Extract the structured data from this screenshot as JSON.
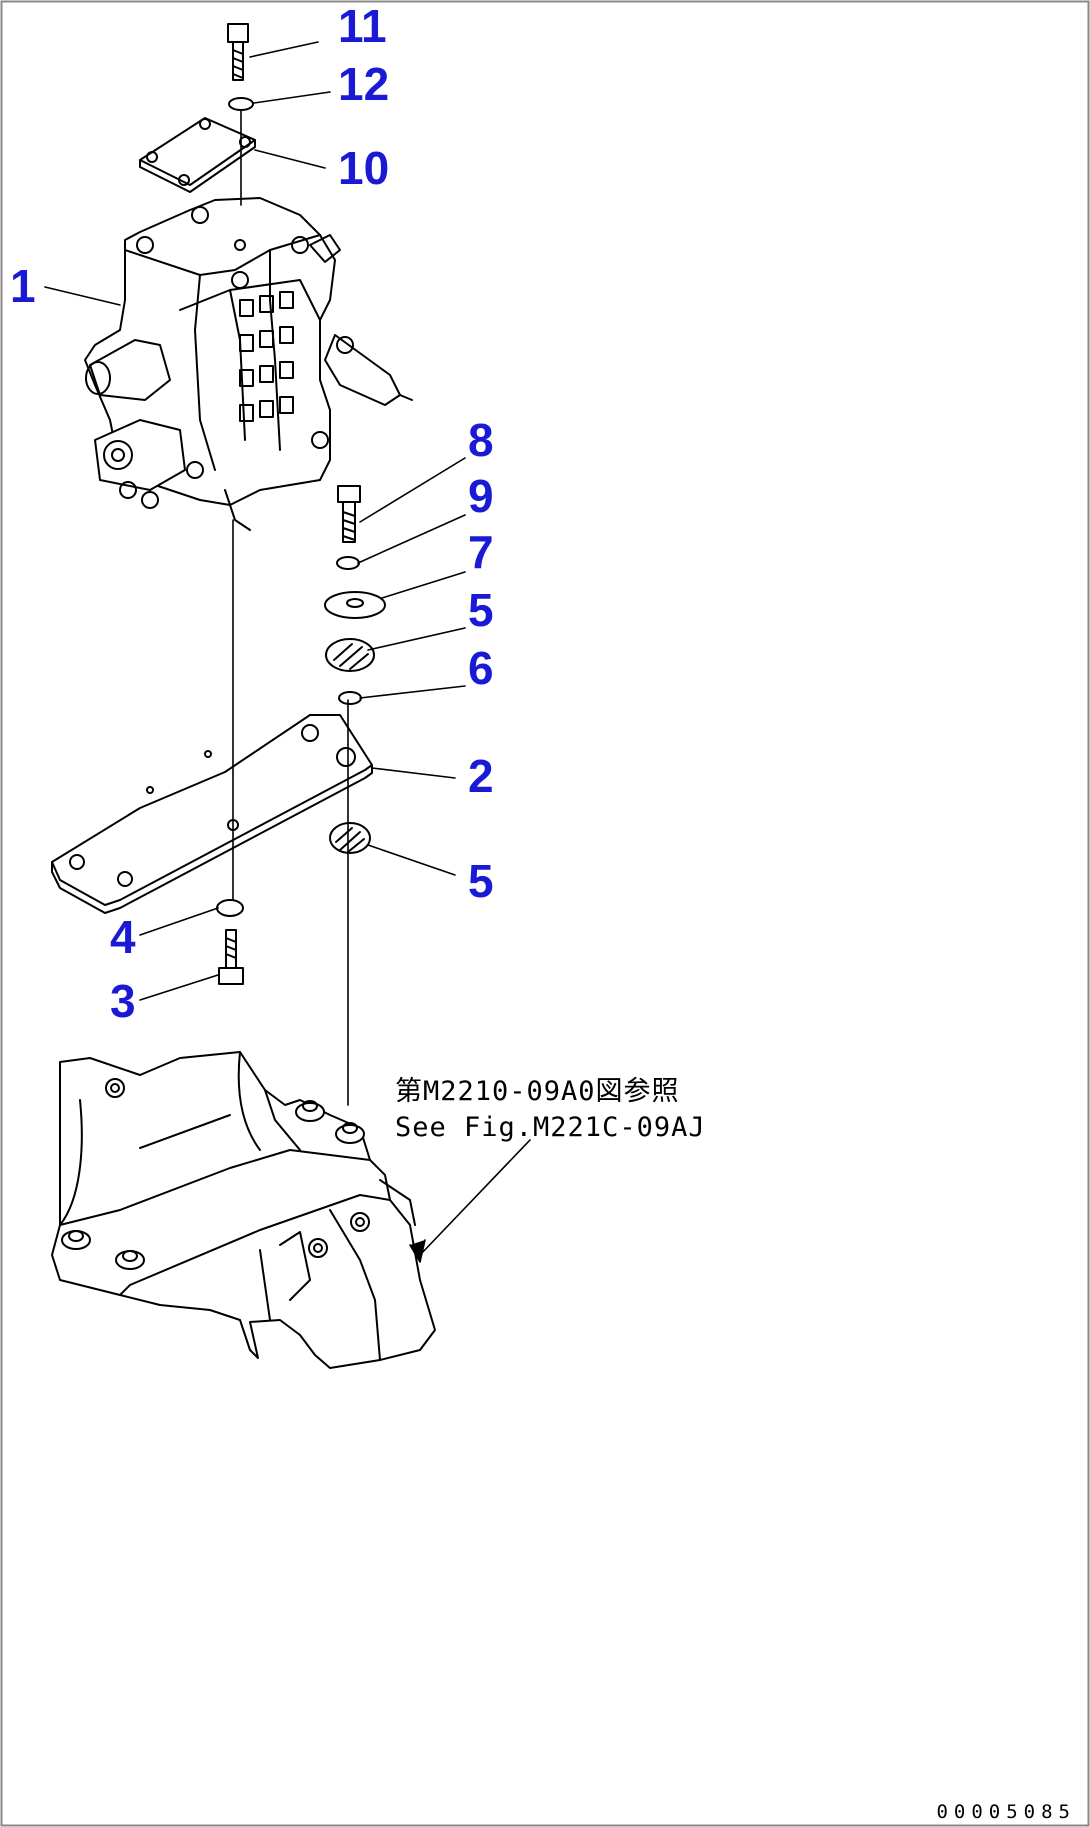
{
  "callouts": {
    "c1": "1",
    "c2": "2",
    "c3": "3",
    "c4": "4",
    "c5a": "5",
    "c5b": "5",
    "c6": "6",
    "c7": "7",
    "c8": "8",
    "c9": "9",
    "c10": "10",
    "c11": "11",
    "c12": "12"
  },
  "note": {
    "line_jp": "第M2210-09A0図参照",
    "line_en": "See Fig.M221C-09AJ"
  },
  "doc_number": "00005085",
  "colors": {
    "callout": "#1a1ad6",
    "line": "#000000",
    "frame": "#888888"
  }
}
